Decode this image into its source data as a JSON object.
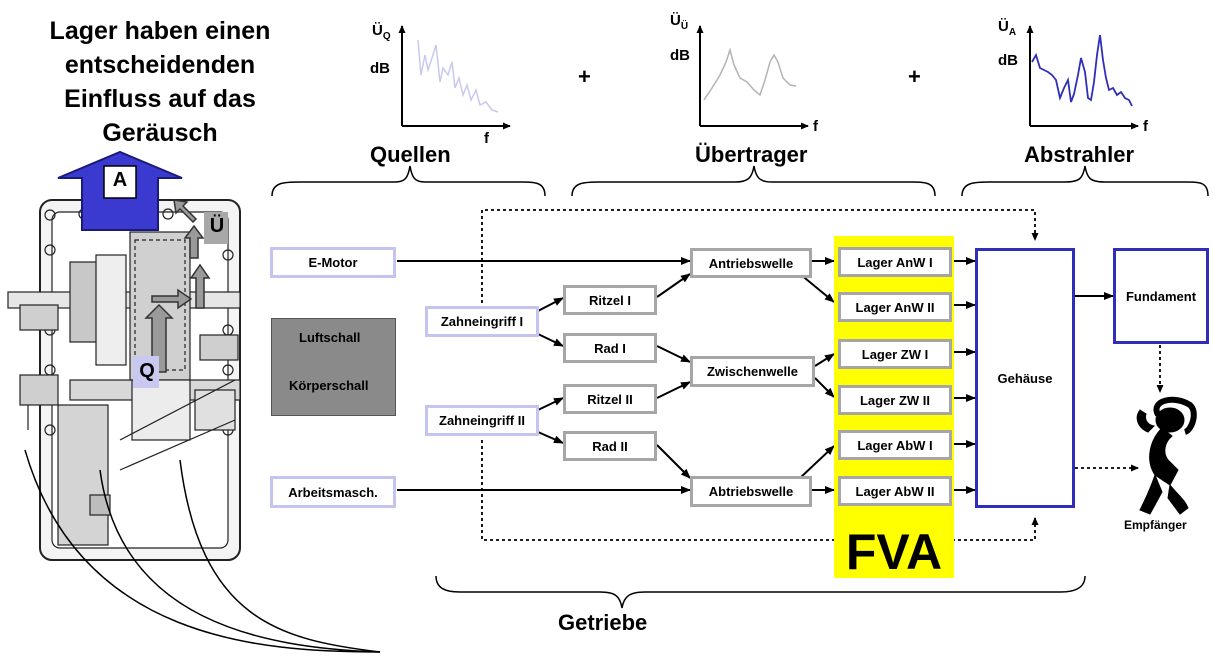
{
  "headline": "Lager haben einen entscheidenden Einfluss auf das Geräusch",
  "gearbox_labels": {
    "a": "A",
    "u": "Ü",
    "q": "Q"
  },
  "stages": {
    "sources": "Quellen",
    "transfer": "Übertrager",
    "radiator": "Abstrahler",
    "gearbox": "Getriebe"
  },
  "plus_sign": "+",
  "plots": {
    "q": {
      "y_symbol": "Ü",
      "y_sub": "Q",
      "y_unit": "dB",
      "x_symbol": "f",
      "color": "#c9c9f0"
    },
    "u": {
      "y_symbol": "Ü",
      "y_sub": "Ü",
      "y_unit": "dB",
      "x_symbol": "f",
      "color": "#b3b3b3"
    },
    "a": {
      "y_symbol": "Ü",
      "y_sub": "A",
      "y_unit": "dB",
      "x_symbol": "f",
      "color": "#2e2eb8"
    }
  },
  "legend": {
    "airborne": "Luftschall",
    "structure": "Körperschall"
  },
  "nodes": {
    "emotor": "E-Motor",
    "arbeitsmasch": "Arbeitsmasch.",
    "zahneingriff1": "Zahneingriff I",
    "zahneingriff2": "Zahneingriff II",
    "ritzel1": "Ritzel I",
    "rad1": "Rad I",
    "ritzel2": "Ritzel II",
    "rad2": "Rad II",
    "antriebswelle": "Antriebswelle",
    "zwischenwelle": "Zwischenwelle",
    "abtriebswelle": "Abtriebswelle",
    "lager_anw1": "Lager AnW I",
    "lager_anw2": "Lager AnW II",
    "lager_zw1": "Lager ZW I",
    "lager_zw2": "Lager ZW II",
    "lager_abw1": "Lager AbW I",
    "lager_abw2": "Lager AbW II",
    "gehaeuse": "Gehäuse",
    "fundament": "Fundament",
    "empfaenger": "Empfänger"
  },
  "fva": "FVA",
  "colors": {
    "fva_yellow": "#ffff00",
    "blue": "#2e2eb8",
    "light_blue": "#c4c4f0",
    "gray": "#a6a6a6"
  }
}
